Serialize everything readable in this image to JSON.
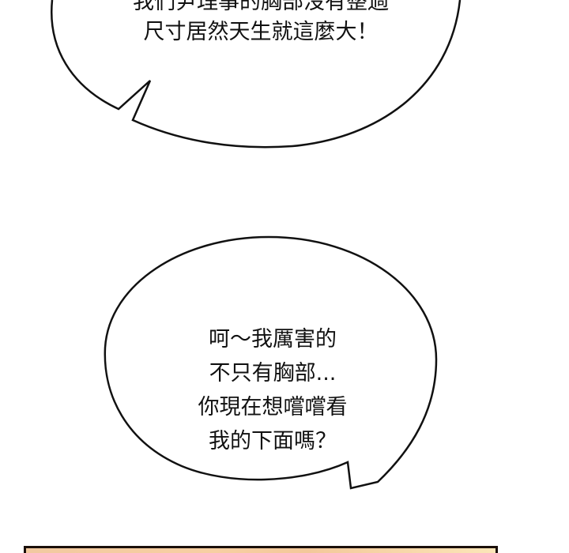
{
  "bubbles": [
    {
      "lines": [
        "我們尹理事的胸部沒有整過",
        "尺寸居然天生就這麼大！"
      ]
    },
    {
      "lines": [
        "呵～我厲害的",
        "不只有胸部...",
        "你現在想嚐嚐看",
        "我的下面嗎？"
      ]
    }
  ],
  "colors": {
    "outline": "#111111",
    "panel_fill": "#f5cba0",
    "panel_border": "#1a0f0a"
  }
}
